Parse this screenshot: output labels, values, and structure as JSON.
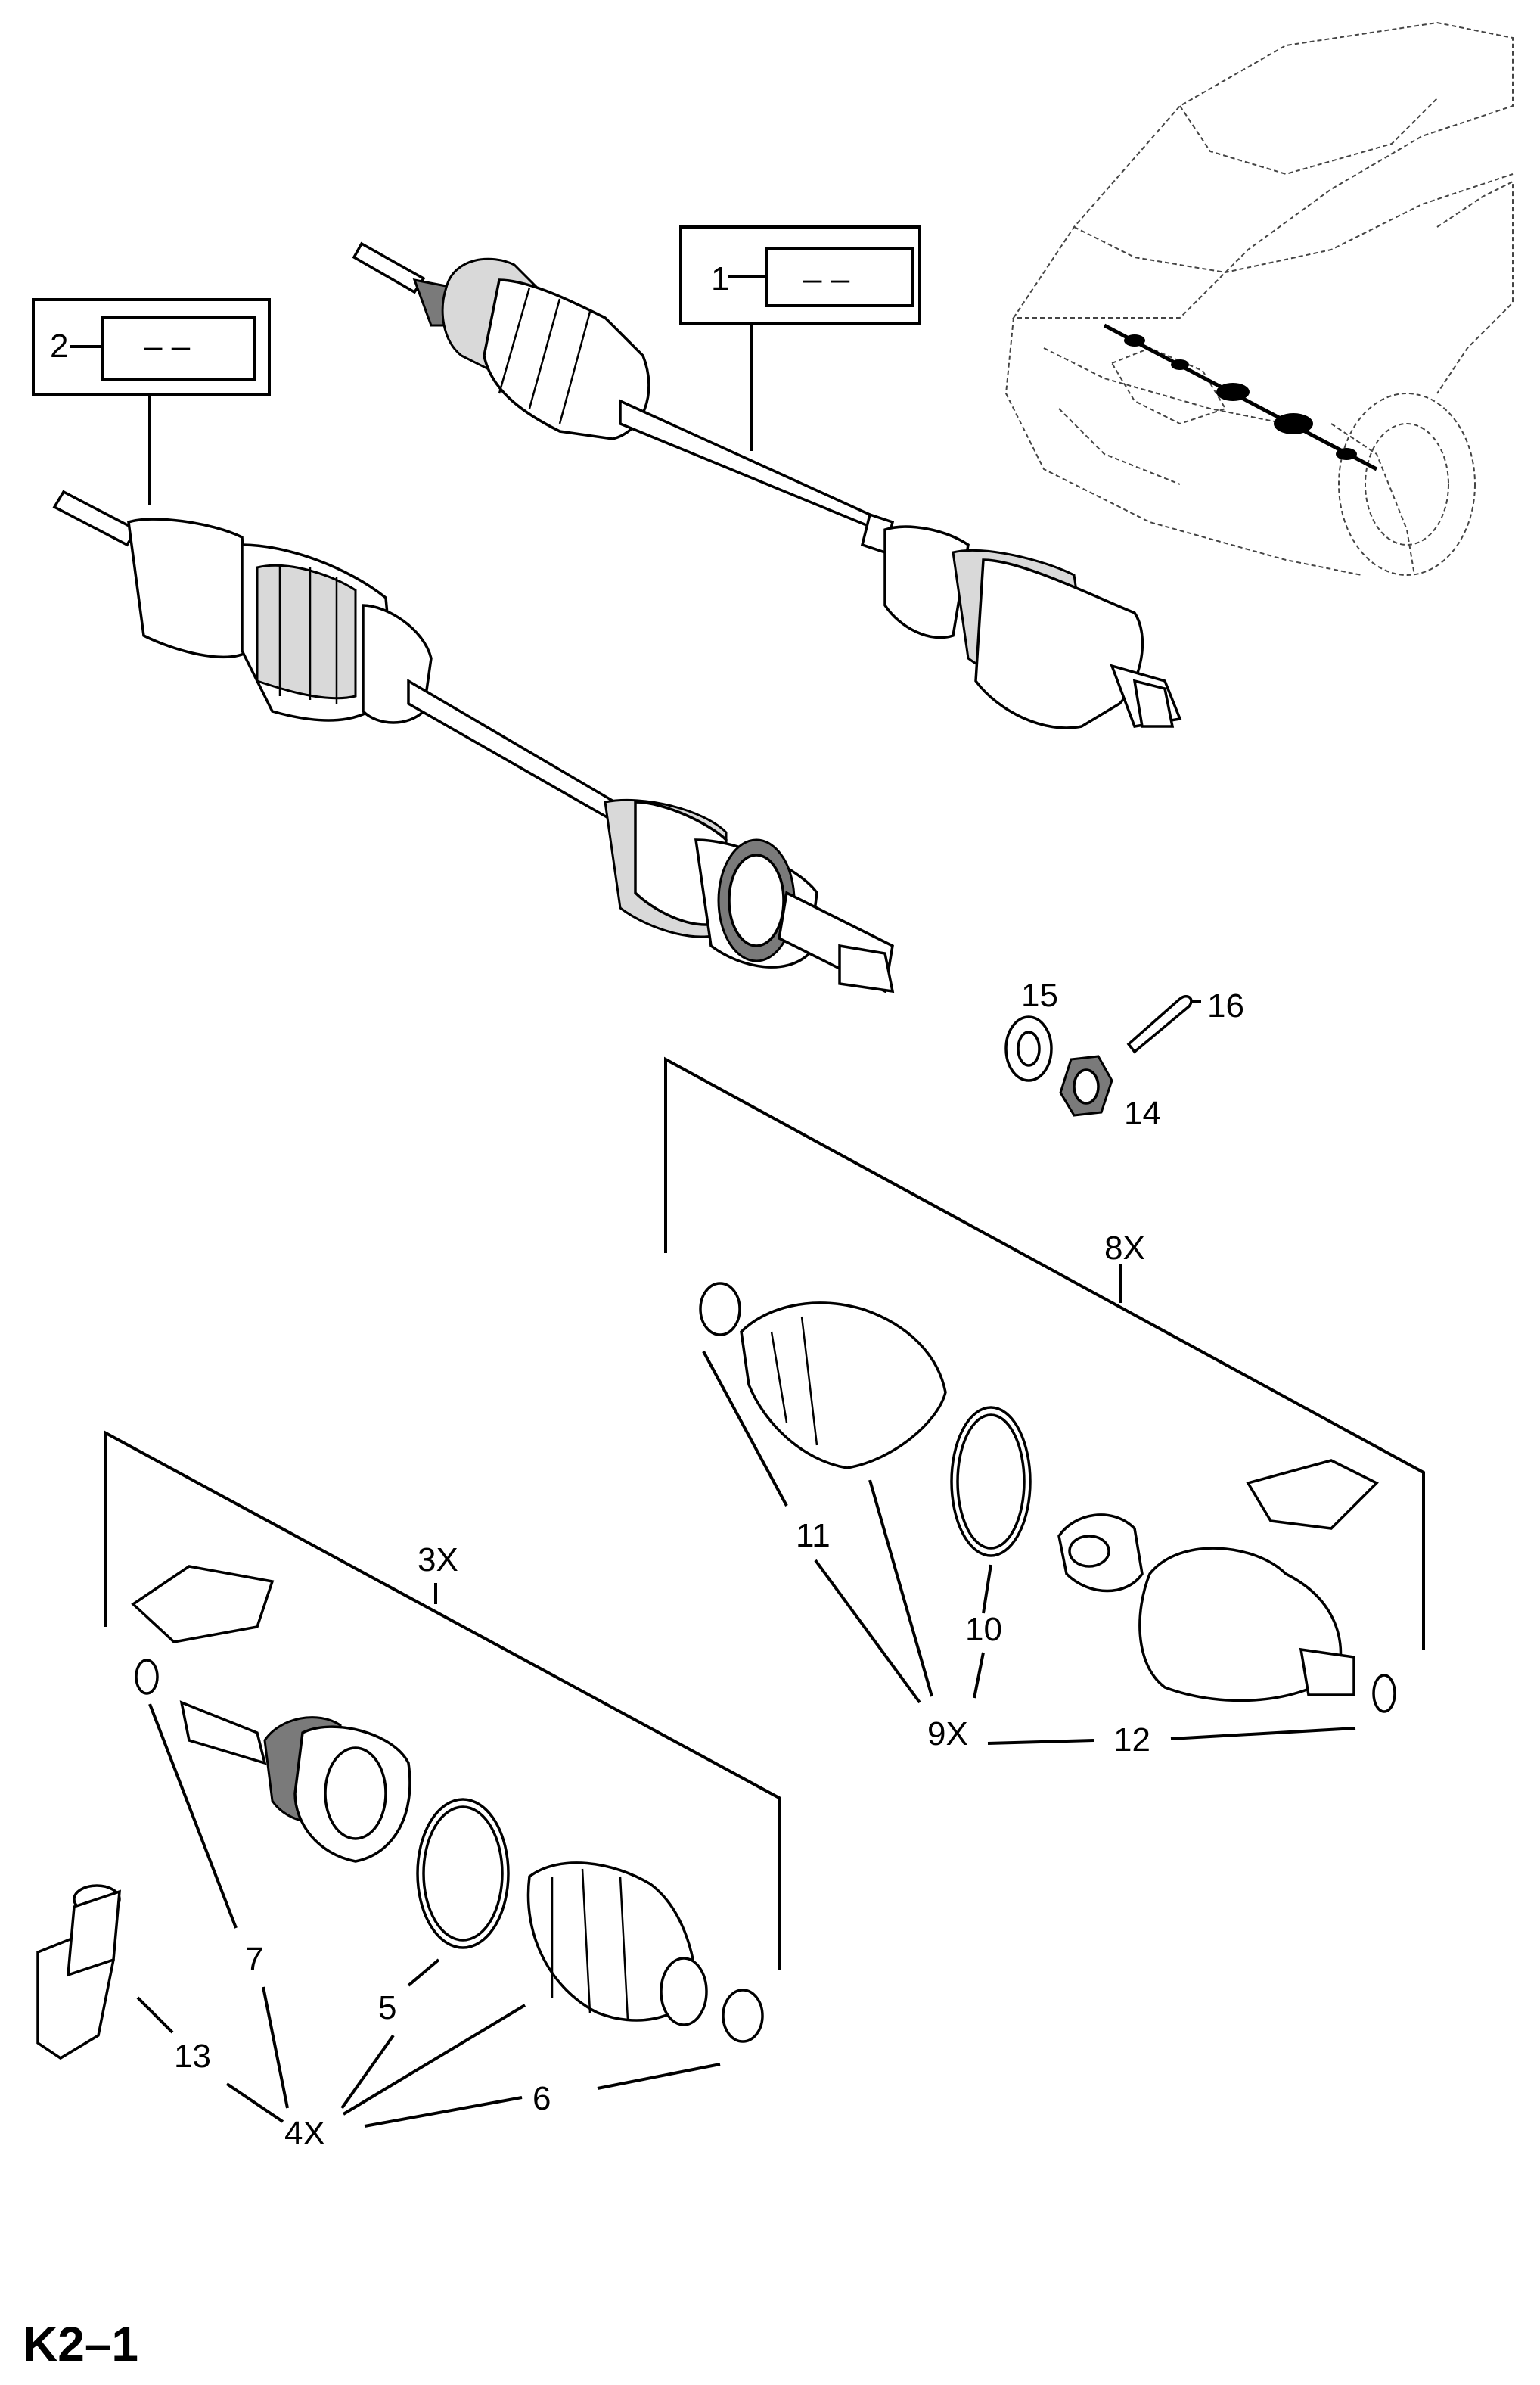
{
  "diagram": {
    "page_code": "K2–1",
    "kits": [
      {
        "number": "1",
        "value": "– –"
      },
      {
        "number": "2",
        "value": "– –"
      }
    ],
    "callouts": {
      "c3x": "3X",
      "c4x": "4X",
      "c5": "5",
      "c6": "6",
      "c7": "7",
      "c8x": "8X",
      "c9x": "9X",
      "c10": "10",
      "c11": "11",
      "c12": "12",
      "c13": "13",
      "c14": "14",
      "c15": "15",
      "c16": "16"
    }
  }
}
